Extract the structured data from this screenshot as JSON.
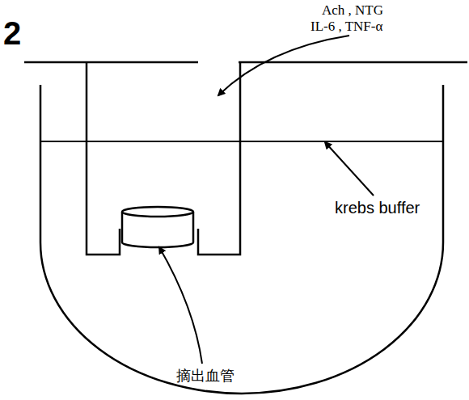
{
  "diagram": {
    "labels": [
      "2",
      "Ach , NTG",
      "IL-6 , TNF-α",
      "krebs buffer",
      "摘出血管"
    ]
  }
}
